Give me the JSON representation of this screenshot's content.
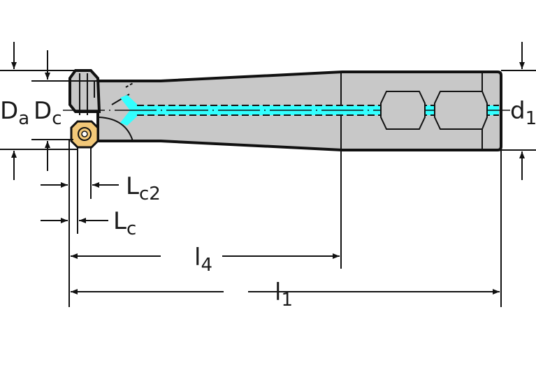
{
  "drawing": {
    "title": "Milling cutter shank dimension drawing",
    "colors": {
      "body": "#c8c8c8",
      "outline": "#111111",
      "coolant": "#33ffff",
      "insert": "#f2c879",
      "background": "#ffffff"
    },
    "labels": {
      "Da": {
        "main": "D",
        "sub": "a"
      },
      "Dc": {
        "main": "D",
        "sub": "c"
      },
      "d1": {
        "main": "d",
        "sub": "1"
      },
      "Lc2": {
        "main": "L",
        "sub": "c2"
      },
      "Lc": {
        "main": "L",
        "sub": "c"
      },
      "l4": {
        "main": "l",
        "sub": "4"
      },
      "l1": {
        "main": "l",
        "sub": "1"
      }
    }
  }
}
